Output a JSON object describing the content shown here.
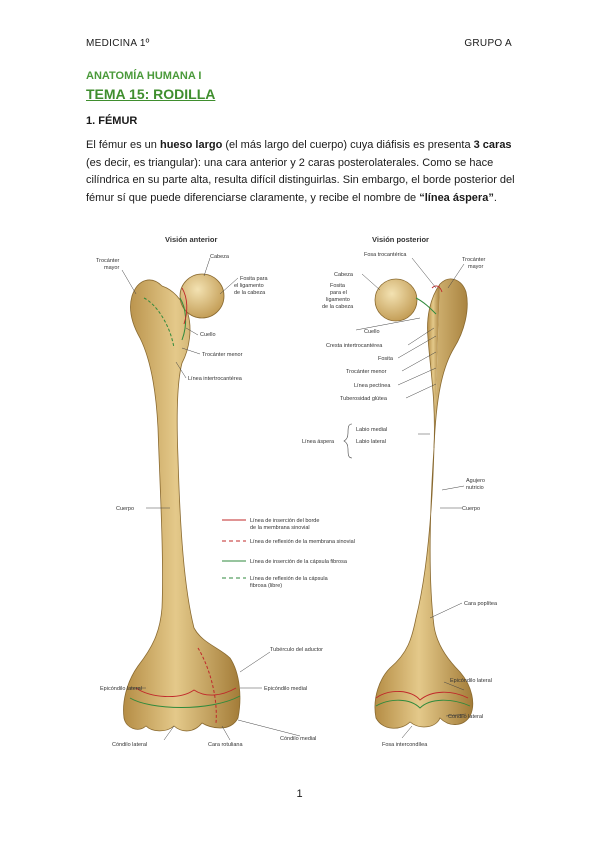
{
  "header": {
    "left": "MEDICINA 1º",
    "right": "GRUPO A"
  },
  "course_title": "ANATOMÍA HUMANA I",
  "topic_title": "TEMA 15: RODILLA",
  "section_title": "1. FÉMUR",
  "paragraph": [
    {
      "text": "El fémur es un ",
      "bold": false
    },
    {
      "text": "hueso largo",
      "bold": true
    },
    {
      "text": " (el más largo del cuerpo) cuya diáfisis es presenta ",
      "bold": false
    },
    {
      "text": "3 caras",
      "bold": true
    },
    {
      "text": " (es decir, es triangular): una cara anterior y 2 caras posterolaterales. Como se hace cilíndrica en su parte alta, resulta difícil distinguirlas. Sin embargo, el borde posterior del fémur sí que puede diferenciarse claramente, y recibe el nombre de ",
      "bold": false
    },
    {
      "text": "“línea áspera”",
      "bold": true
    },
    {
      "text": ".",
      "bold": false
    }
  ],
  "figure": {
    "anterior_title": "Visión anterior",
    "posterior_title": "Visión posterior",
    "anterior_labels": {
      "trocanter_mayor": [
        "Trocánter",
        "mayor"
      ],
      "cabeza": "Cabeza",
      "fosita": [
        "Fosita para",
        "el ligamento",
        "de la cabeza"
      ],
      "cuello": "Cuello",
      "trocanter_menor": "Trocánter menor",
      "linea_intertrocanterea": "Línea intertrocantérea",
      "cuerpo": "Cuerpo",
      "tuberculo_aductor": "Tubérculo del aductor",
      "epicondilo_lateral": "Epicóndilo lateral",
      "epicondilo_medial": "Epicóndilo medial",
      "condilo_lateral": "Cóndilo lateral",
      "cara_rotuliana": "Cara rotuliana",
      "condilo_medial": "Cóndilo medial"
    },
    "posterior_labels": {
      "fosa_trocanterica": "Fosa trocantérica",
      "trocanter_mayor": [
        "Trocánter",
        "mayor"
      ],
      "cabeza": "Cabeza",
      "fosita": [
        "Fosita",
        "para el",
        "ligamento",
        "de la cabeza"
      ],
      "cuello": "Cuello",
      "cresta_intertrocanterea": "Cresta intertrocantérea",
      "fosita_label": "Fosita",
      "trocanter_menor": "Trocánter menor",
      "linea_pectinea": "Línea pectínea",
      "tuberosidad_glutea": "Tuberosidad glútea",
      "linea_aspera": "Línea áspera",
      "labio_medial": "Labio medial",
      "labio_lateral": "Labio lateral",
      "agujero_nutricio": [
        "Agujero",
        "nutricio"
      ],
      "cuerpo": "Cuerpo",
      "cara_poplitea": "Cara poplítea",
      "epicondilo_lateral": "Epicóndilo lateral",
      "condilo_lateral": "Cóndilo lateral",
      "fosa_intercondilea": "Fosa intercondílea"
    },
    "legend": [
      {
        "text": [
          "Línea de inserción del borde",
          "de la membrana sinovial"
        ],
        "color": "#c0282a",
        "dash": "none"
      },
      {
        "text": [
          "Línea de reflexión de la membrana sinovial"
        ],
        "color": "#c0282a",
        "dash": "4,3"
      },
      {
        "text": [
          "Línea de inserción de la cápsula fibrosa"
        ],
        "color": "#2f8a3c",
        "dash": "none"
      },
      {
        "text": [
          "Línea de reflexión de la cápsula",
          "fibrosa (libre)"
        ],
        "color": "#2f8a3c",
        "dash": "4,3"
      }
    ]
  },
  "page_number": "1"
}
